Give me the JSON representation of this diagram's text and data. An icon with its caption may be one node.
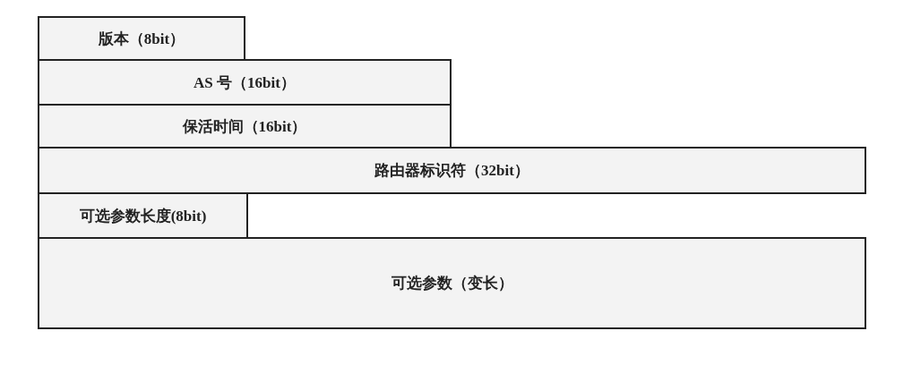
{
  "diagram": {
    "nodes": [
      {
        "text": [
          "版本（8bit）"
        ]
      },
      {
        "text": [
          "AS 号（16bit）"
        ]
      },
      {
        "text": [
          "保活时间（16bit）"
        ]
      },
      {
        "text": [
          "路由器标识符（32bit）"
        ]
      },
      {
        "text": [
          "可选参数长度(8bit)"
        ]
      },
      {
        "text": [
          "可选参数（变长）"
        ]
      }
    ]
  }
}
